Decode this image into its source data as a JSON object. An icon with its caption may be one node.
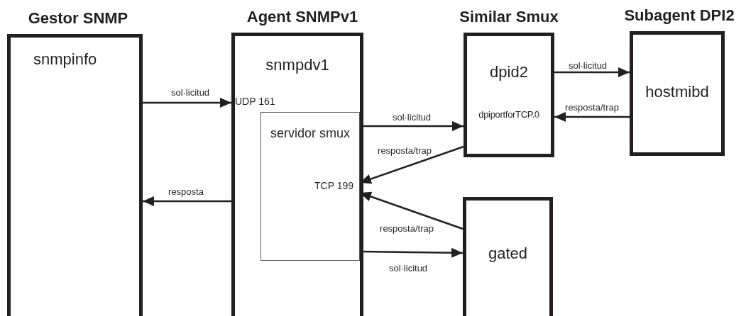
{
  "diagram": {
    "nodes": [
      {
        "text": [
          "Gestor SNMP",
          "snmpinfo"
        ]
      },
      {
        "text": [
          "Agent SNMPv1",
          "snmpdv1",
          "UDP 161"
        ]
      },
      {
        "text": [
          "servidor smux",
          "TCP 199"
        ],
        "in": 1
      },
      {
        "text": [
          "Similar Smux",
          "dpid2",
          "dpiportforTCP.0"
        ]
      },
      {
        "text": [
          "Subagent DPI2",
          "hostmibd"
        ]
      },
      {
        "text": [
          "gated"
        ]
      }
    ],
    "edges": [
      {
        "from": 0,
        "to": 1,
        "arrow": "to",
        "label": "sol·licitud"
      },
      {
        "from": 1,
        "to": 0,
        "arrow": "to",
        "label": "resposta"
      },
      {
        "from": 2,
        "to": 3,
        "arrow": "to",
        "label": "sol·licitud"
      },
      {
        "from": 3,
        "to": 2,
        "arrow": "to",
        "label": "resposta/trap"
      },
      {
        "from": 5,
        "to": 2,
        "arrow": "to",
        "label": "resposta/trap"
      },
      {
        "from": 2,
        "to": 5,
        "arrow": "to",
        "label": "sol·licitud"
      },
      {
        "from": 3,
        "to": 4,
        "arrow": "to",
        "label": "sol·licitud"
      },
      {
        "from": 4,
        "to": 3,
        "arrow": "to",
        "label": "resposta/trap"
      }
    ]
  }
}
